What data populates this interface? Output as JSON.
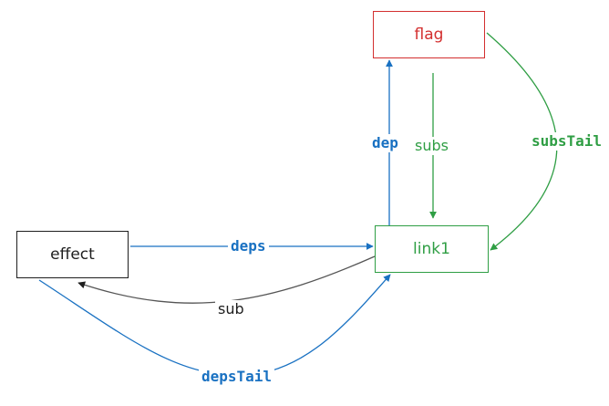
{
  "nodes": {
    "flag": "flag",
    "effect": "effect",
    "link1": "link1"
  },
  "edges": {
    "dep": "dep",
    "subs": "subs",
    "subsTail": "subsTail",
    "deps": "deps",
    "sub": "sub",
    "depsTail": "depsTail"
  },
  "colors": {
    "blue": "#1971c2",
    "green": "#2f9e44",
    "red": "#d32f2f",
    "dark": "#1e1e1e"
  }
}
